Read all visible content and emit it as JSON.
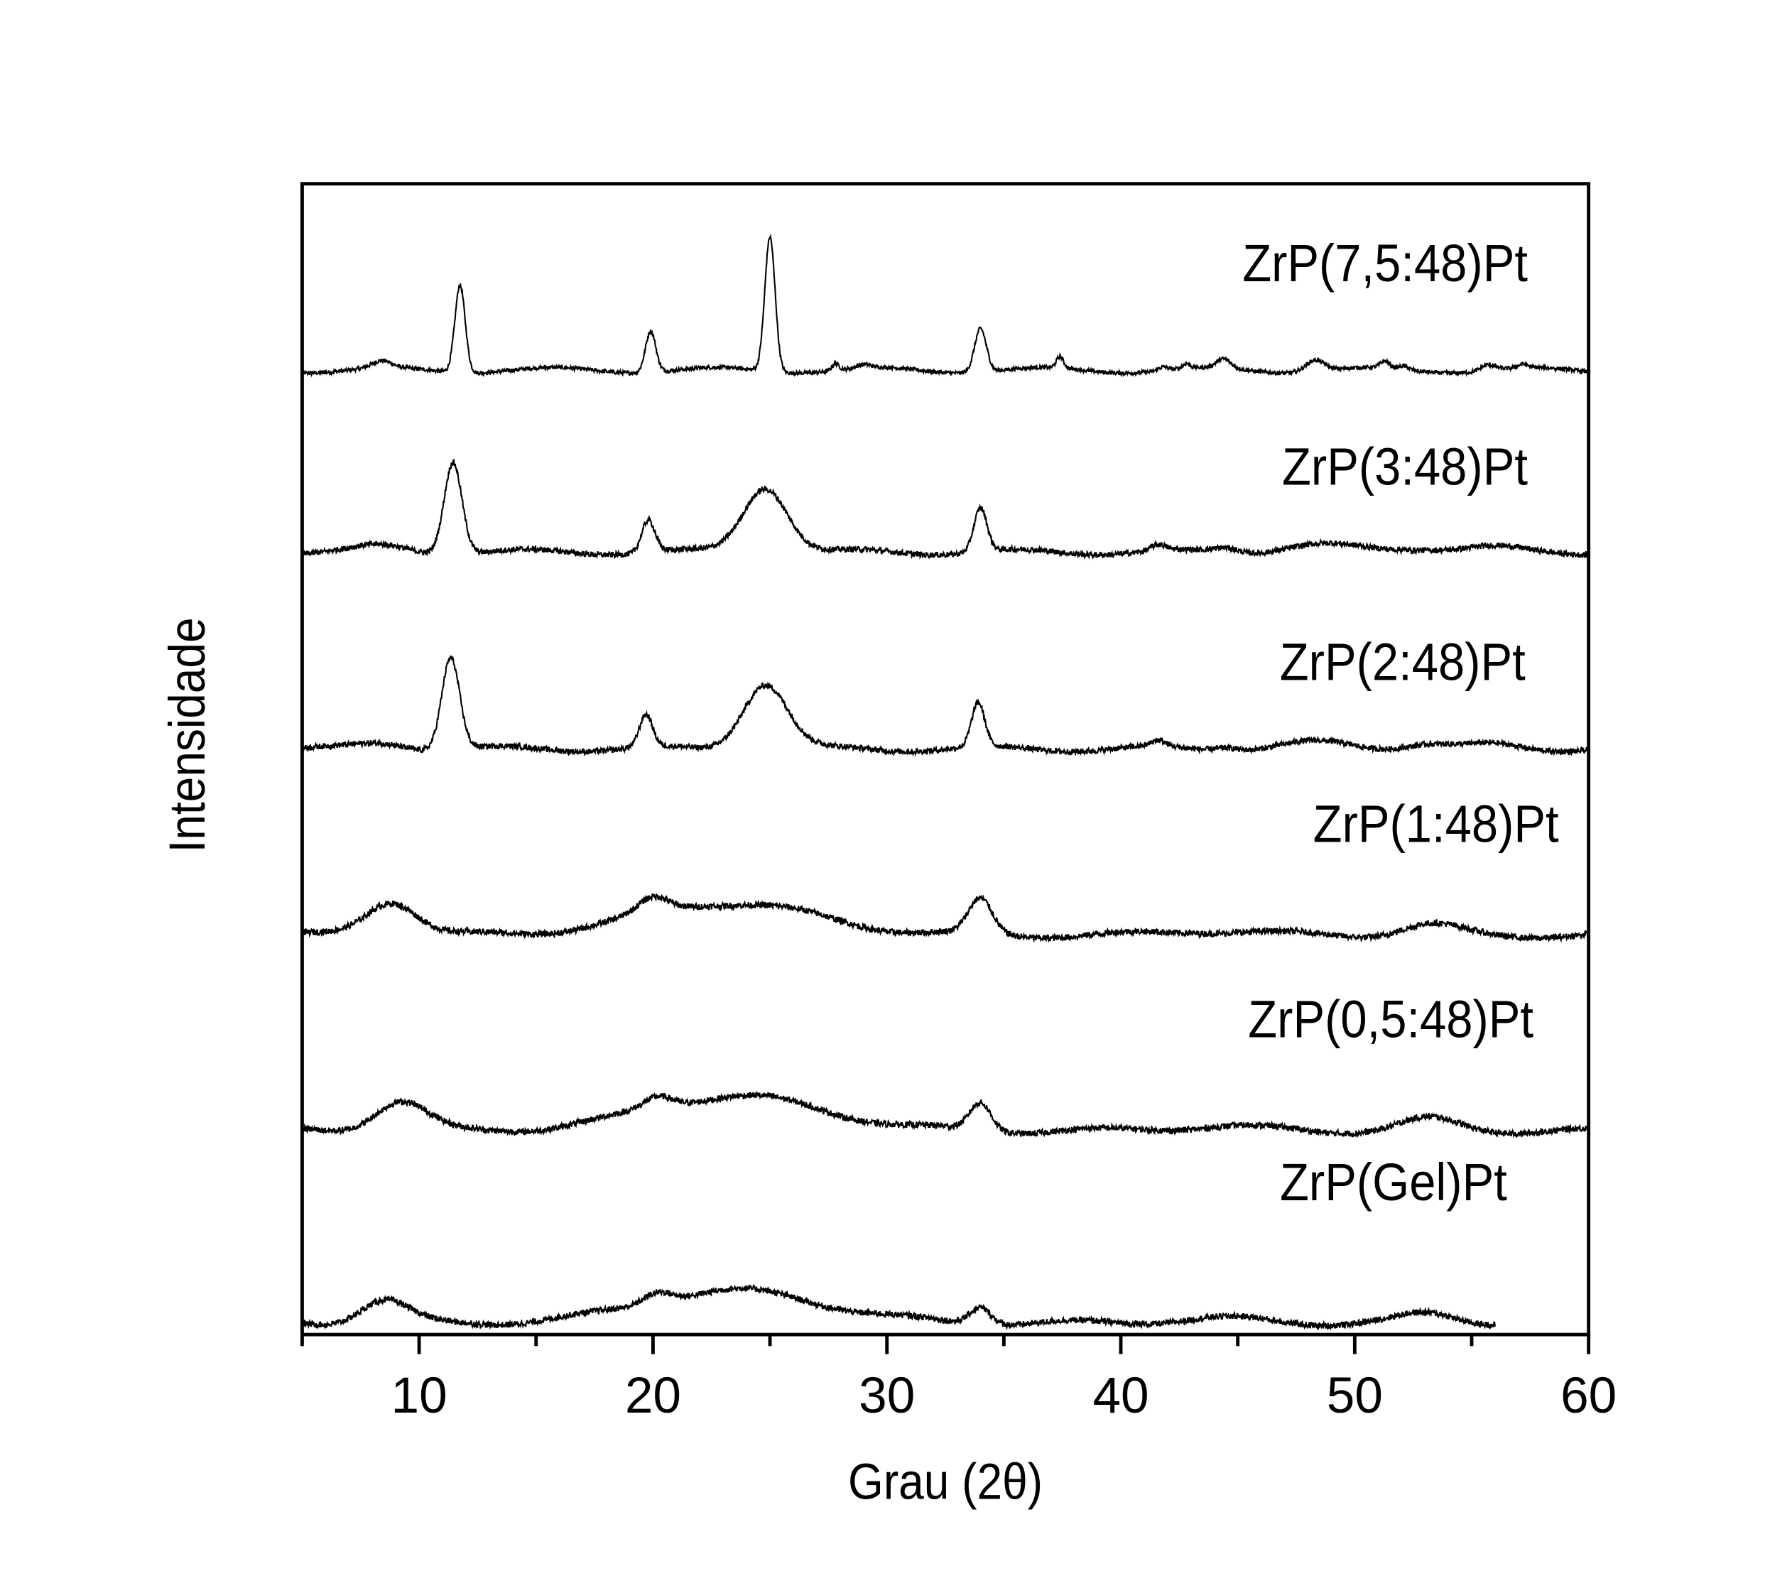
{
  "chart_data": {
    "type": "line",
    "title": "",
    "xlabel": "Grau (2θ)",
    "ylabel": "Intensidade",
    "xlim": [
      5,
      60
    ],
    "ylim": [
      0,
      100
    ],
    "xticks_major": [
      10,
      20,
      30,
      40,
      50,
      60
    ],
    "xtick_labels": [
      "10",
      "20",
      "30",
      "40",
      "50",
      "60"
    ],
    "xticks_minor": [
      5,
      15,
      25,
      35,
      45,
      55
    ],
    "yticks": [],
    "grid": false,
    "legend": "inline labels above each trace",
    "line_color": "#000000",
    "series": [
      {
        "name": "ZrP(7,5:48)Pt",
        "offset": 83.8,
        "x_end": 60,
        "noise": 0.35,
        "peaks": [
          [
            8.4,
            0.6,
            0.4
          ],
          [
            11.75,
            7.6,
            0.22
          ],
          [
            19.9,
            3.6,
            0.22
          ],
          [
            25.0,
            11.7,
            0.22
          ],
          [
            27.8,
            0.6,
            0.15
          ],
          [
            29,
            0.3,
            0.3
          ],
          [
            34.0,
            3.8,
            0.25
          ],
          [
            37.4,
            1.0,
            0.15
          ],
          [
            41.8,
            0.3,
            0.2
          ],
          [
            42.8,
            0.4,
            0.15
          ],
          [
            44.4,
            0.8,
            0.3
          ],
          [
            48.3,
            1.0,
            0.4
          ],
          [
            51.3,
            0.6,
            0.2
          ],
          [
            52.1,
            0.3,
            0.2
          ],
          [
            55.7,
            0.5,
            0.3
          ],
          [
            57.2,
            0.3,
            0.2
          ]
        ]
      },
      {
        "name": "ZrP(3:48)Pt",
        "offset": 68.0,
        "x_end": 60,
        "noise": 0.5,
        "peaks": [
          [
            8.5,
            0.5,
            1.0
          ],
          [
            11.45,
            8.0,
            0.38
          ],
          [
            19.8,
            2.8,
            0.28
          ],
          [
            24.8,
            5.7,
            0.95
          ],
          [
            34.0,
            3.8,
            0.28
          ],
          [
            41.6,
            0.5,
            0.3
          ],
          [
            44.5,
            0.4,
            0.5
          ],
          [
            48.3,
            0.6,
            1.5
          ],
          [
            53,
            0.4,
            1.5
          ],
          [
            56,
            0.3,
            1.0
          ]
        ]
      },
      {
        "name": "ZrP(2:48)Pt",
        "offset": 50.9,
        "x_end": 60,
        "noise": 0.5,
        "peaks": [
          [
            8.5,
            0.5,
            1.0
          ],
          [
            11.35,
            8.0,
            0.38
          ],
          [
            19.7,
            2.8,
            0.28
          ],
          [
            24.8,
            5.7,
            0.95
          ],
          [
            33.9,
            3.8,
            0.28
          ],
          [
            41.6,
            0.5,
            0.3
          ],
          [
            44.5,
            0.3,
            0.5
          ],
          [
            48.3,
            0.5,
            1.5
          ],
          [
            53,
            0.5,
            1.0
          ],
          [
            56,
            0.3,
            1.0
          ]
        ]
      },
      {
        "name": "ZrP(1:48)Pt",
        "offset": 34.7,
        "x_end": 60,
        "noise": 0.55,
        "peaks": [
          [
            8.8,
            3.0,
            1.1
          ],
          [
            20.0,
            1.2,
            0.6
          ],
          [
            23.2,
            2.8,
            3.8
          ],
          [
            34.0,
            3.0,
            0.5
          ],
          [
            44,
            0.4,
            2.0
          ],
          [
            53.2,
            0.9,
            1.2
          ]
        ]
      },
      {
        "name": "ZrP(0,5:48)Pt",
        "offset": 17.7,
        "x_end": 60,
        "noise": 0.55,
        "peaks": [
          [
            9.2,
            2.6,
            1.1
          ],
          [
            20.2,
            1.0,
            0.6
          ],
          [
            23.5,
            3.0,
            3.8
          ],
          [
            34.0,
            2.4,
            0.45
          ],
          [
            44,
            0.4,
            2.0
          ],
          [
            53.2,
            1.0,
            1.2
          ]
        ]
      },
      {
        "name": "ZrP(Gel)Pt",
        "offset": 1.0,
        "x_end": 56,
        "noise": 0.55,
        "peaks": [
          [
            8.5,
            2.0,
            1.0
          ],
          [
            20.2,
            1.0,
            0.6
          ],
          [
            23.5,
            2.8,
            3.8
          ],
          [
            34.0,
            1.5,
            0.45
          ],
          [
            44,
            0.4,
            2.0
          ],
          [
            53.2,
            0.8,
            1.2
          ]
        ]
      }
    ]
  }
}
